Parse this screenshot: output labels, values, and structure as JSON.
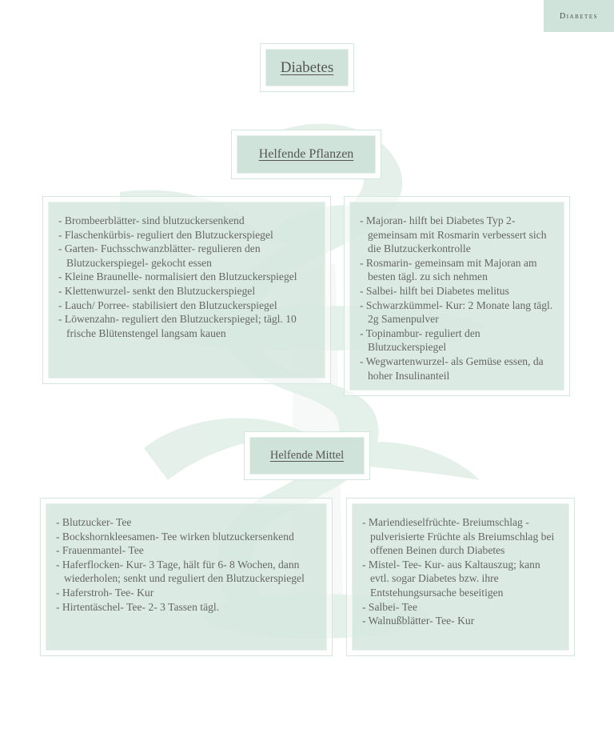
{
  "header": {
    "section_label": "Diabetes"
  },
  "page_title": "Diabetes",
  "plants": {
    "heading": "Helfende Pflanzen",
    "left_items": [
      "- Brombeerblätter- sind blutzuckersenkend",
      "- Flaschenkürbis- reguliert den Blutzuckerspiegel",
      "- Garten- Fuchsschwanzblätter- regulieren den Blutzuckerspiegel- gekocht essen",
      "- Kleine Braunelle- normalisiert den Blutzuckerspiegel",
      "- Klettenwurzel- senkt den Blutzuckerspiegel",
      "- Lauch/ Porree- stabilisiert den Blutzuckerspiegel",
      "- Löwenzahn- reguliert den Blutzuckerspiegel; tägl. 10 frische Blütenstengel langsam kauen"
    ],
    "right_items": [
      "- Majoran- hilft bei Diabetes Typ 2- gemeinsam mit Rosmarin verbessert sich die Blutzuckerkontrolle",
      "- Rosmarin- gemeinsam mit Majoran am besten tägl. zu sich nehmen",
      "- Salbei- hilft bei Diabetes melitus",
      "- Schwarzkümmel- Kur: 2 Monate lang tägl. 2g Samenpulver",
      "- Topinambur- reguliert den Blutzuckerspiegel",
      "- Wegwartenwurzel- als Gemüse essen, da hoher Insulinanteil"
    ]
  },
  "remedies": {
    "heading": "Helfende Mittel",
    "left_items": [
      "- Blutzucker- Tee",
      "- Bockshornkleesamen- Tee wirken blutzuckersenkend",
      "- Frauenmantel- Tee",
      "- Haferflocken- Kur- 3 Tage, hält für 6- 8 Wochen, dann wiederholen; senkt und reguliert den Blutzuckerspiegel",
      "- Haferstroh- Tee- Kur",
      "- Hirtentäschel- Tee- 2- 3 Tassen tägl."
    ],
    "right_items": [
      "- Mariendieselfrüchte- Breiumschlag - pulverisierte Früchte als Breiumschlag bei offenen Beinen durch Diabetes",
      "- Mistel- Tee- Kur- aus Kaltauszug; kann evtl. sogar Diabetes bzw. ihre Entstehungsursache beseitigen",
      "- Salbei- Tee",
      "- Walnußblätter- Tee- Kur"
    ]
  },
  "colors": {
    "accent": "#cfe3da",
    "watermark": "#c9ddd2",
    "text": "#666666"
  },
  "watermark_icon": "caduceus-serpent-watermark"
}
